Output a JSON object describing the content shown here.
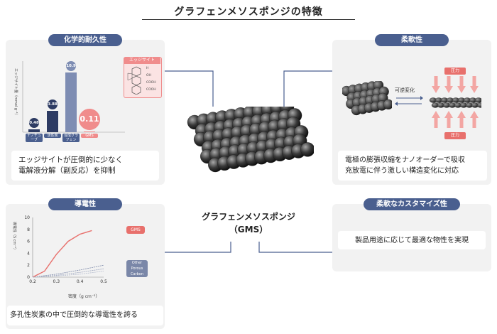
{
  "title": "グラフェンメソスポンジの特徴",
  "center": {
    "name": "グラフェンメソスポンジ",
    "abbr": "（GMS）"
  },
  "chemical": {
    "heading": "化学的耐久性",
    "ylabel": "エッジサイト量（mmol g⁻¹）",
    "edge_site_label": "エッジサイト",
    "edge_groups": [
      "H",
      "OH",
      "COOH",
      "COOH"
    ],
    "description_line1": "エッジサイトが圧倒的に少なく",
    "description_line2": "電解液分解（副反応）を抑制"
  },
  "flexibility": {
    "heading": "柔軟性",
    "reversible_label": "可逆変化",
    "pressure_top": "圧力",
    "pressure_bottom": "圧力",
    "description_line1": "電極の膨張収縮をナノオーダーで吸収",
    "description_line2": "充放電に伴う激しい構造変化に対応"
  },
  "conductivity": {
    "heading": "導電性",
    "ylabel": "導電性（S cm⁻¹）",
    "xlabel": "密度（g cm⁻³）",
    "gms_label": "GMS",
    "other_label_line1": "Other",
    "other_label_line2": "Porous",
    "other_label_line3": "Carbon",
    "description": "多孔性炭素の中で圧倒的な導電性を誇る"
  },
  "customize": {
    "heading": "柔軟なカスタマイズ性",
    "description": "製品用途に応じて最適な物性を実現"
  },
  "chart_data": [
    {
      "type": "bar",
      "categories": [
        "ナノチューブ",
        "活性炭",
        "合成グラフェン",
        "GMS"
      ],
      "values": [
        0.48,
        3.88,
        10.9,
        0.11
      ],
      "value_labels": [
        "0.48",
        "3.88",
        "10.9",
        "0.11"
      ],
      "ylabel": "エッジサイト量（mmol g⁻¹）",
      "ylim": [
        0,
        12
      ],
      "colors": [
        "#2d3b63",
        "#2d3b63",
        "#7e8db3",
        "#f08c8c"
      ]
    },
    {
      "type": "line",
      "x_ticks": [
        "0.2",
        "0.3",
        "0.4",
        "0.5"
      ],
      "y_ticks": [
        "0",
        "2",
        "4",
        "6",
        "8",
        "10"
      ],
      "xlim": [
        0.2,
        0.5
      ],
      "ylim": [
        0,
        10
      ],
      "xlabel": "密度（g cm⁻³）",
      "ylabel": "導電性（S cm⁻¹）",
      "series": [
        {
          "name": "GMS",
          "color": "#e8706c",
          "x": [
            0.2,
            0.25,
            0.3,
            0.35,
            0.4,
            0.45
          ],
          "y": [
            0,
            1.0,
            3.8,
            6.0,
            7.2,
            7.8
          ]
        },
        {
          "name": "Other Porous Carbon",
          "color": "#7a87a8",
          "x": [
            0.2,
            0.3,
            0.4,
            0.5
          ],
          "y": [
            0,
            0.5,
            1.2,
            2.0
          ]
        },
        {
          "name": "Other Porous Carbon",
          "color": "#9aa3bd",
          "x": [
            0.2,
            0.3,
            0.4,
            0.5
          ],
          "y": [
            0,
            0.3,
            0.8,
            1.4
          ]
        },
        {
          "name": "Other Porous Carbon",
          "color": "#b3bacd",
          "x": [
            0.2,
            0.3,
            0.4,
            0.5
          ],
          "y": [
            0,
            0.2,
            0.5,
            1.0
          ]
        }
      ]
    }
  ]
}
